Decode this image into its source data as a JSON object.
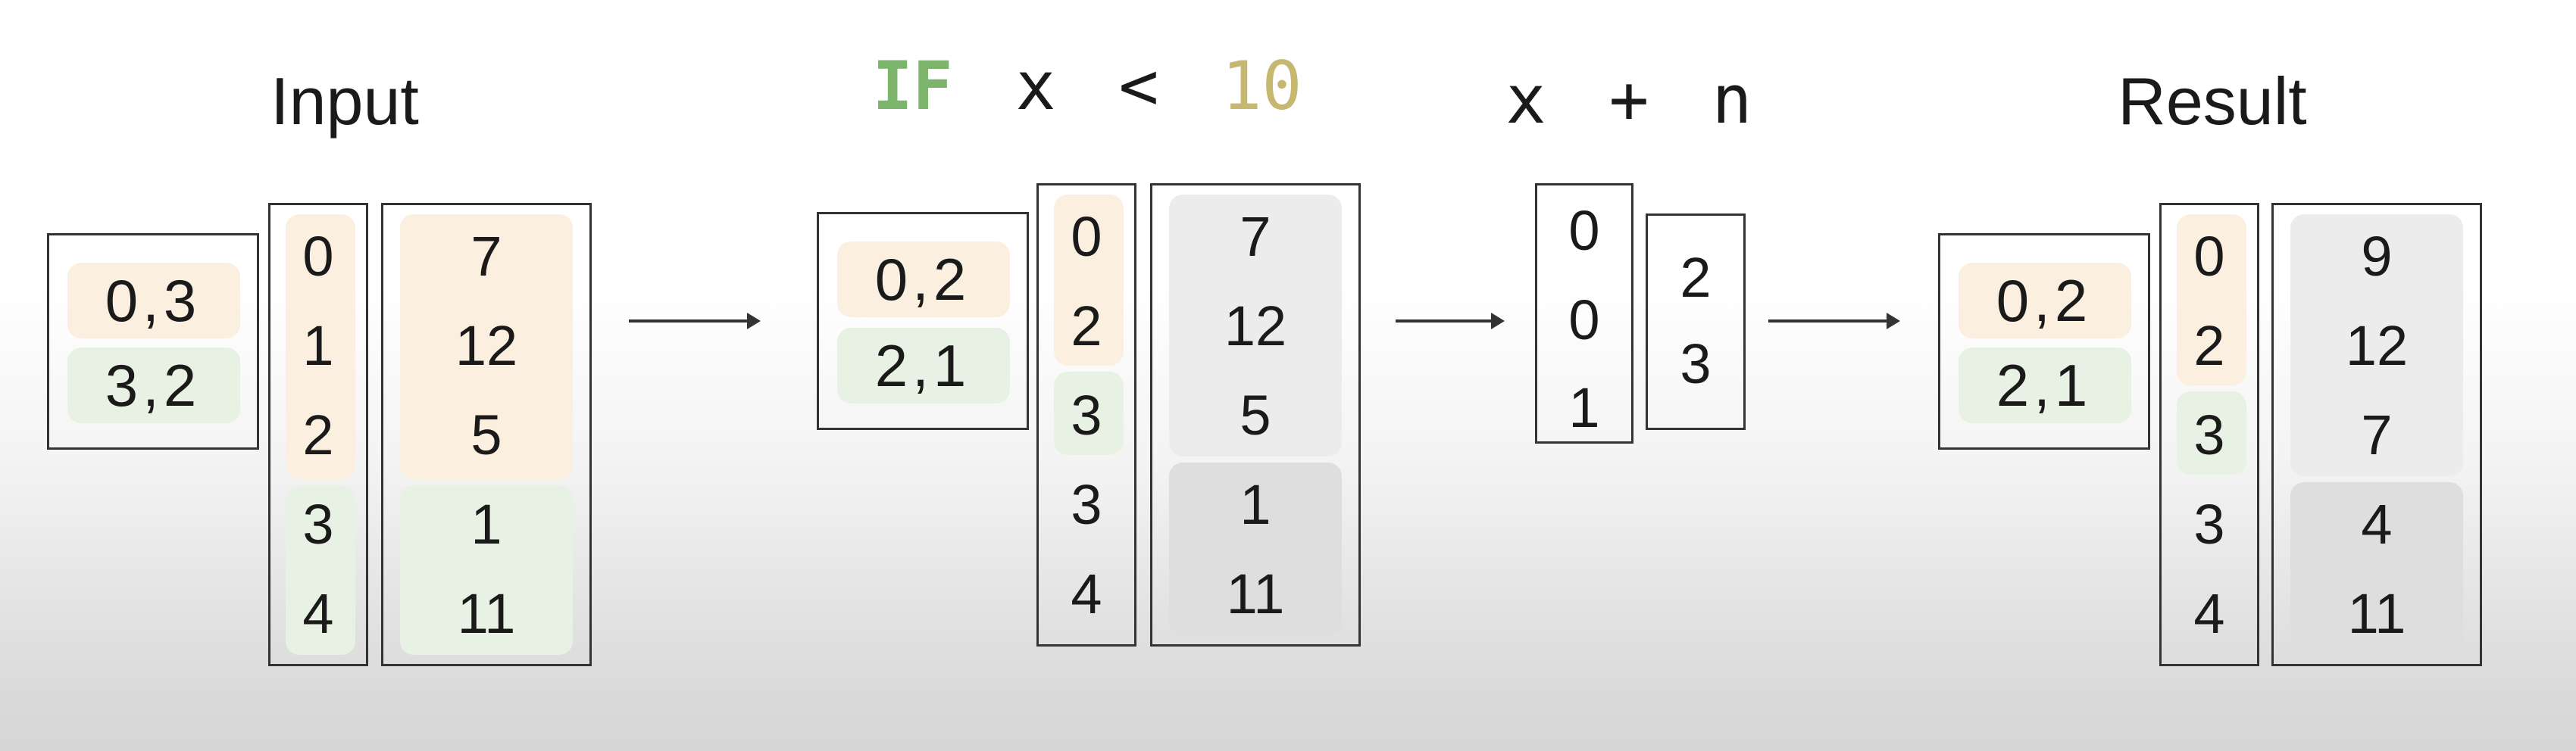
{
  "titles": {
    "input": "Input",
    "cond_keyword": "IF",
    "cond_var": "x",
    "cond_op": "<",
    "cond_value": "10",
    "expr_x": "x",
    "expr_op": "+",
    "expr_n": "n",
    "result": "Result"
  },
  "input": {
    "pairs": [
      "0,3",
      "3,2"
    ],
    "indices": [
      "0",
      "1",
      "2",
      "3",
      "4"
    ],
    "values": [
      "7",
      "12",
      "5",
      "1",
      "11"
    ]
  },
  "filtered": {
    "pairs": [
      "0,2",
      "2,1"
    ],
    "indices": [
      "0",
      "2",
      "3",
      "3",
      "4"
    ],
    "values": [
      "7",
      "12",
      "5",
      "1",
      "11"
    ]
  },
  "compute": {
    "x_values": [
      "0",
      "0",
      "1"
    ],
    "n_values": [
      "2",
      "3"
    ]
  },
  "result": {
    "pairs": [
      "0,2",
      "2,1"
    ],
    "indices": [
      "0",
      "2",
      "3",
      "3",
      "4"
    ],
    "values": [
      "9",
      "12",
      "7",
      "4",
      "11"
    ]
  },
  "colors": {
    "keyword": "#7db46c",
    "value": "#c6b870",
    "orange_highlight": "#fbefdf",
    "green_highlight": "#e8f2e4",
    "grey_highlight": "#ececec"
  }
}
